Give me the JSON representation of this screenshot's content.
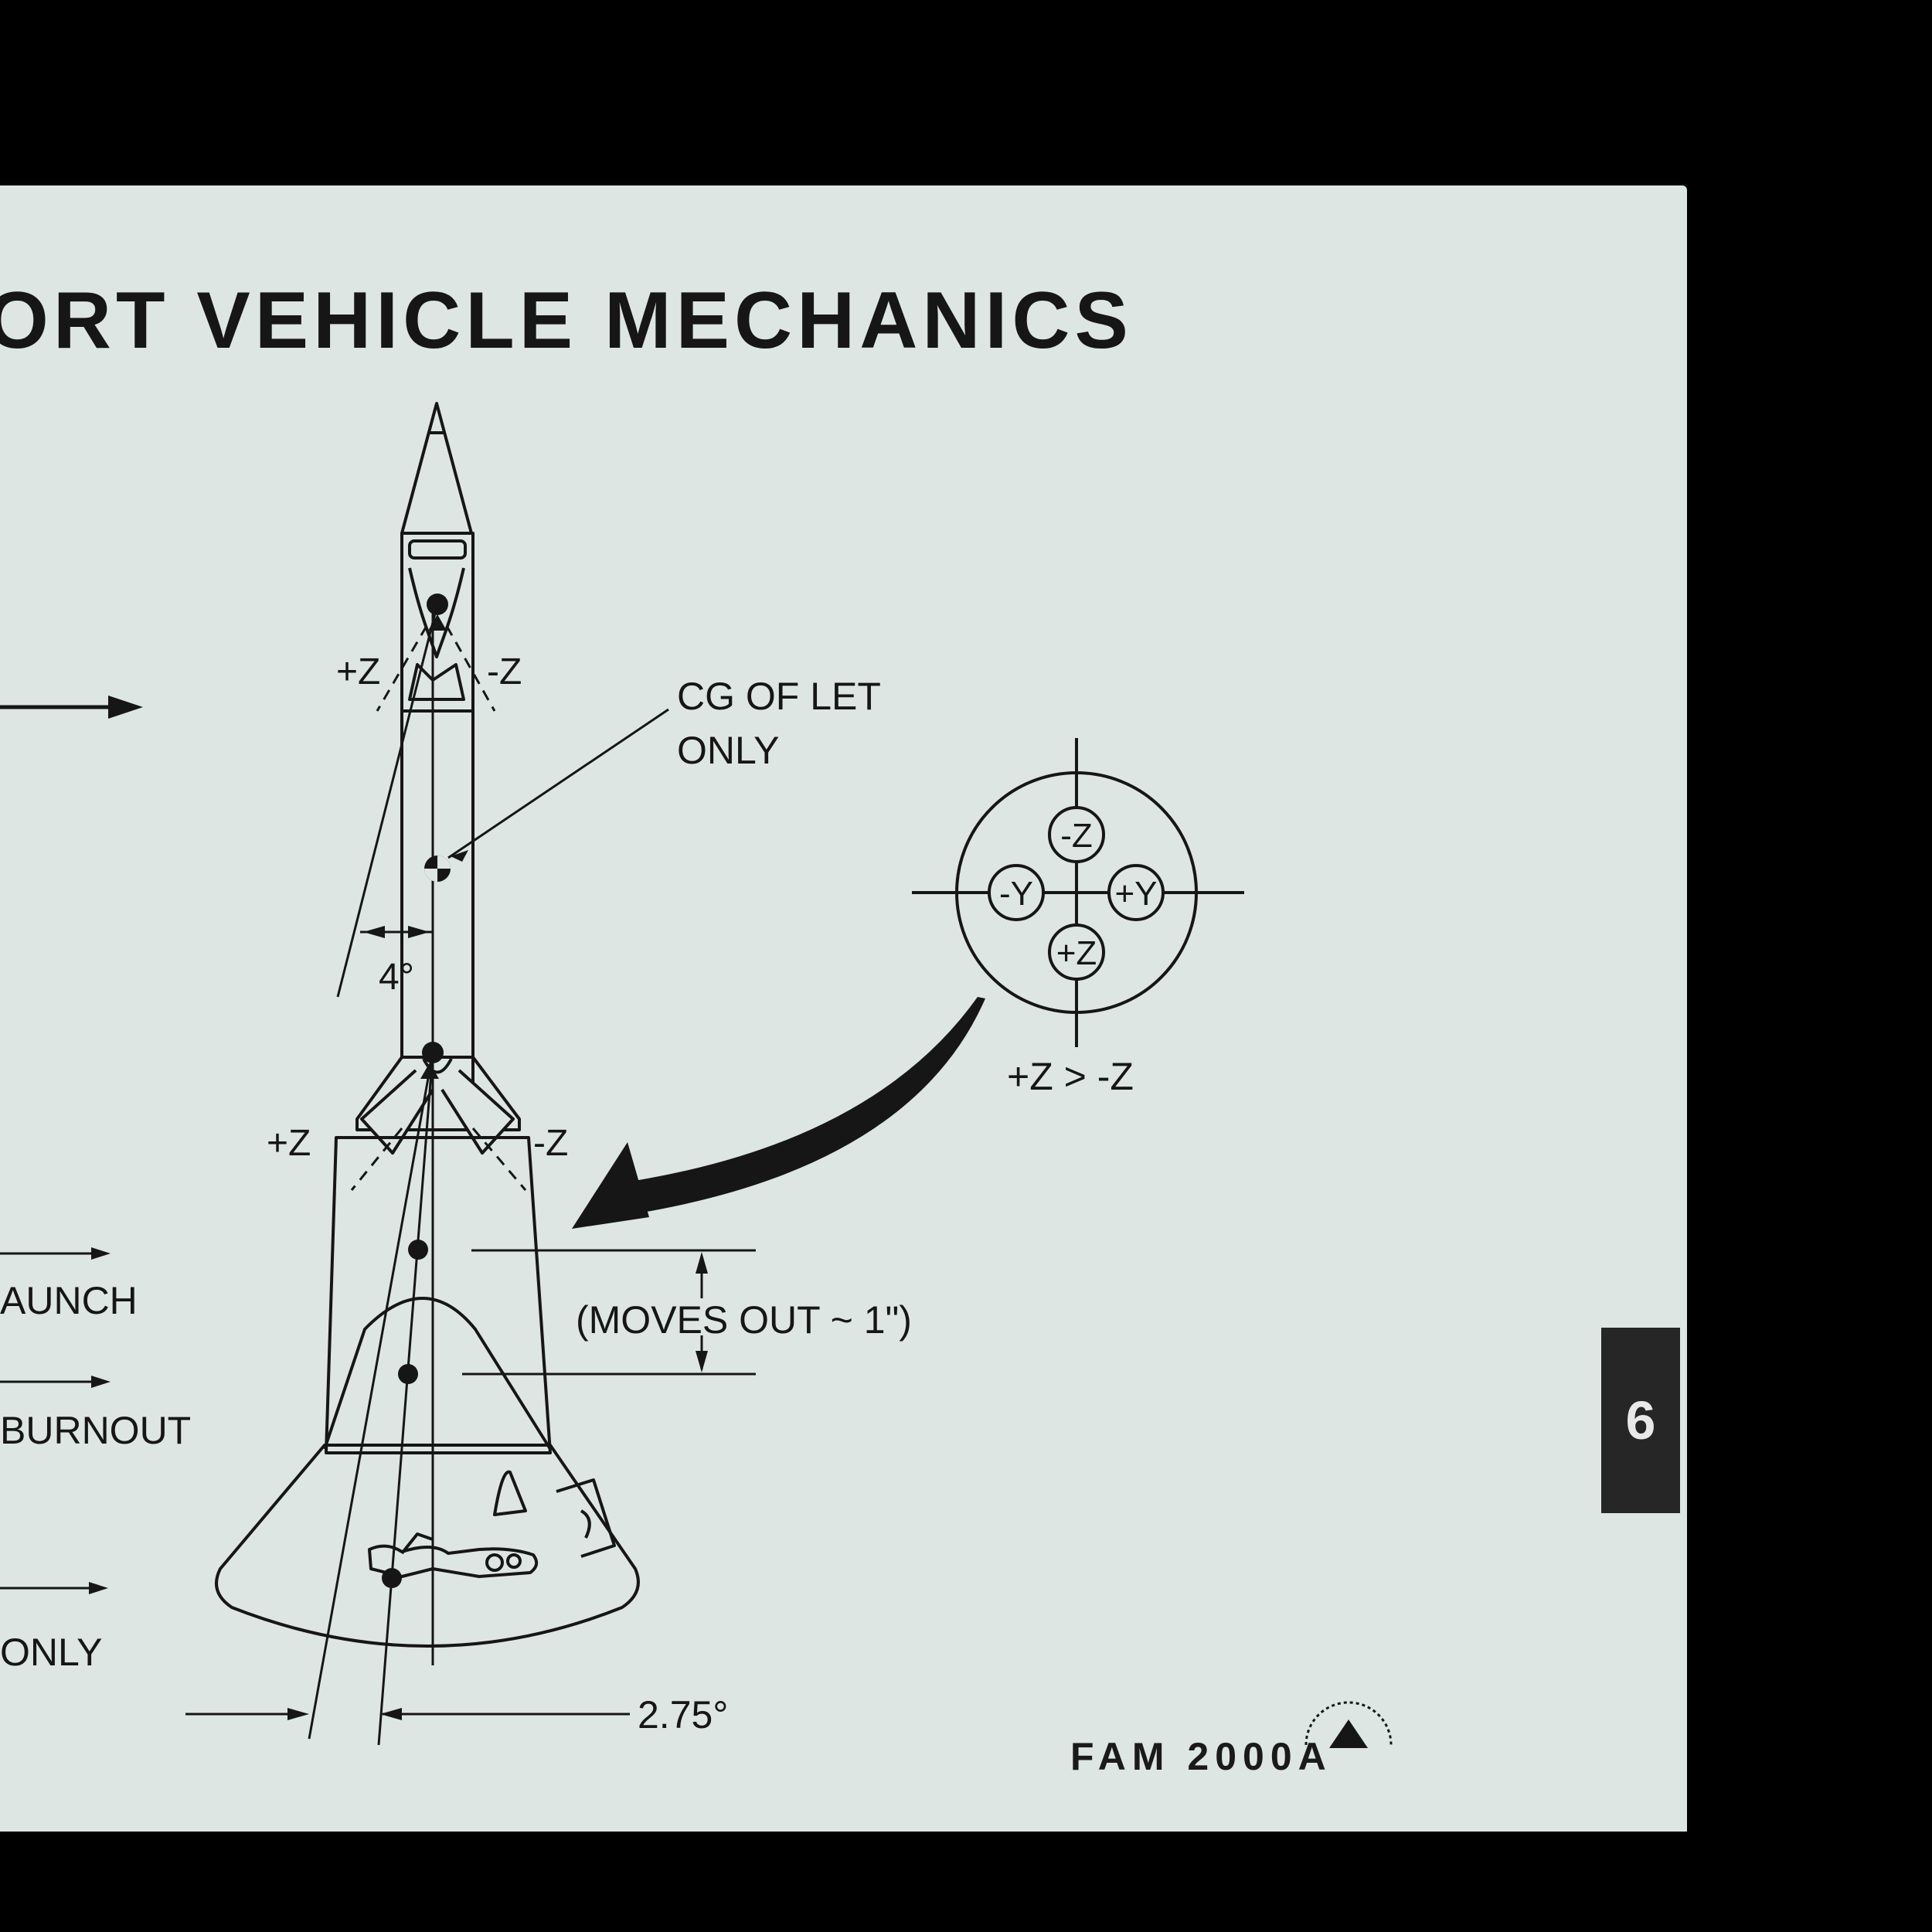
{
  "page_title": "ORT VEHICLE MECHANICS",
  "labels": {
    "cg_of_let_line1": "CG OF LET",
    "cg_of_let_line2": "ONLY",
    "moves_out": "(MOVES OUT ~ 1\")",
    "angle_4": "4°",
    "angle_2_75": "2.75°",
    "plus_z_upper": "+Z",
    "minus_z_upper": "-Z",
    "plus_z_lower": "+Z",
    "minus_z_lower": "-Z",
    "left_launch": "AUNCH",
    "left_burnout": "BURNOUT",
    "left_only": "ONLY"
  },
  "orientation_circle": {
    "top": "-Z",
    "left": "-Y",
    "right": "+Y",
    "bottom": "+Z",
    "caption": "+Z > -Z"
  },
  "section_tab": "6",
  "doc_number": "FAM 2000A",
  "colors": {
    "paper": "#dde6e3",
    "ink": "#161616",
    "background": "#000000",
    "tab": "#262626"
  },
  "icons": [
    "logistics-training-logo-icon"
  ]
}
